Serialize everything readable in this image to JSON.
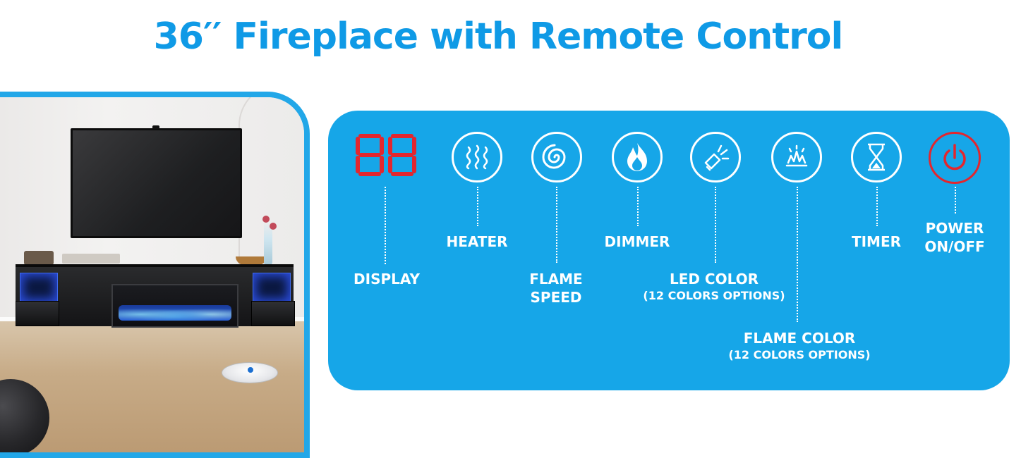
{
  "title": "36′′ Fireplace with Remote Control",
  "photo": {
    "alt": "wall-mounted TV above floating media console with blue LED fireplace"
  },
  "panel": {
    "bg_color": "#16a6e8",
    "accent_power": "#e3262e",
    "display_color": "#e3262e",
    "features": [
      {
        "key": "display",
        "label": "DISPLAY",
        "icon": "seven-segment-88-icon",
        "glyph": "88"
      },
      {
        "key": "heater",
        "label": "HEATER",
        "icon": "heat-waves-icon"
      },
      {
        "key": "flame_speed",
        "label_line1": "FLAME",
        "label_line2": "SPEED",
        "icon": "spiral-icon"
      },
      {
        "key": "dimmer",
        "label": "DIMMER",
        "icon": "flame-icon"
      },
      {
        "key": "led_color",
        "label": "LED COLOR",
        "sublabel": "(12 COLORS OPTIONS)",
        "icon": "light-beam-icon"
      },
      {
        "key": "flame_color",
        "label": "FLAME COLOR",
        "sublabel": "(12 COLORS OPTIONS)",
        "icon": "flame-burst-icon"
      },
      {
        "key": "timer",
        "label": "TIMER",
        "icon": "hourglass-icon"
      },
      {
        "key": "power",
        "label_line1": "POWER",
        "label_line2": "ON/OFF",
        "icon": "power-icon"
      }
    ]
  }
}
